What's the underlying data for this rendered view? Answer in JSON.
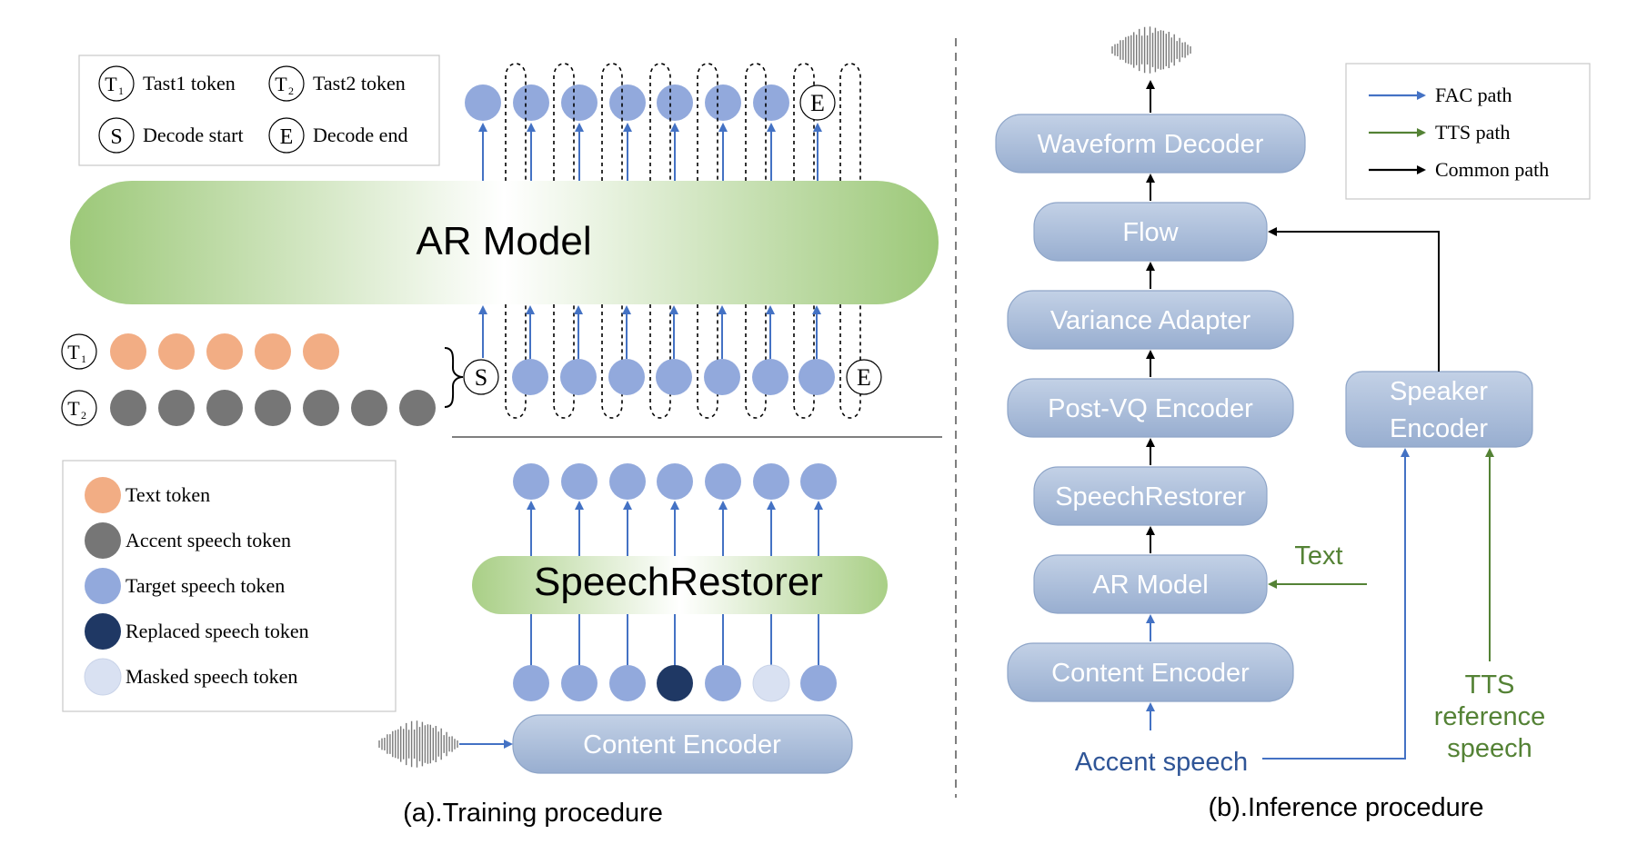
{
  "training": {
    "caption": "(a).Training procedure",
    "symbols_legend": {
      "t1": {
        "sym": "T",
        "sub": "1",
        "label": "Tast1 token"
      },
      "t2": {
        "sym": "T",
        "sub": "2",
        "label": "Tast2 token"
      },
      "s": {
        "sym": "S",
        "label": "Decode start"
      },
      "e": {
        "sym": "E",
        "label": "Decode end"
      }
    },
    "ar_model_label": "AR Model",
    "speechrestorer_label": "SpeechRestorer",
    "content_encoder_label": "Content Encoder",
    "row_t1_sym": "T",
    "row_t1_sub": "1",
    "row_t2_sym": "T",
    "row_t2_sub": "2",
    "start_sym": "S",
    "end_sym": "E",
    "top_end_sym": "E",
    "token_legend": [
      {
        "label": "Text token",
        "color": "#f2ad84"
      },
      {
        "label": "Accent speech token",
        "color": "#767676"
      },
      {
        "label": "Target speech token",
        "color": "#92a9dc"
      },
      {
        "label": "Replaced speech token",
        "color": "#1f3864"
      },
      {
        "label": "Masked speech token",
        "color": "#d9e1f2"
      }
    ]
  },
  "inference": {
    "caption": "(b).Inference procedure",
    "blocks": {
      "waveform_decoder": "Waveform Decoder",
      "flow": "Flow",
      "variance_adapter": "Variance Adapter",
      "post_vq_encoder": "Post-VQ Encoder",
      "speechrestorer": "SpeechRestorer",
      "ar_model": "AR Model",
      "content_encoder": "Content Encoder",
      "speaker_encoder_line1": "Speaker",
      "speaker_encoder_line2": "Encoder"
    },
    "text_input": "Text",
    "accent_speech": "Accent speech",
    "tts_ref_line1": "TTS",
    "tts_ref_line2": "reference",
    "tts_ref_line3": "speech",
    "path_legend": [
      {
        "label": "FAC path",
        "color": "#4472c4"
      },
      {
        "label": "TTS path",
        "color": "#548235"
      },
      {
        "label": "Common path",
        "color": "#000000"
      }
    ]
  },
  "colors": {
    "fac": "#4472c4",
    "tts": "#548235",
    "common": "#000000",
    "target_token": "#92a9dc",
    "text_token": "#f2ad84",
    "accent_token": "#767676",
    "replaced_token": "#1f3864",
    "masked_token": "#d9e1f2",
    "block_fill": "#a9bcd8",
    "green_block": "#a9cc84"
  }
}
